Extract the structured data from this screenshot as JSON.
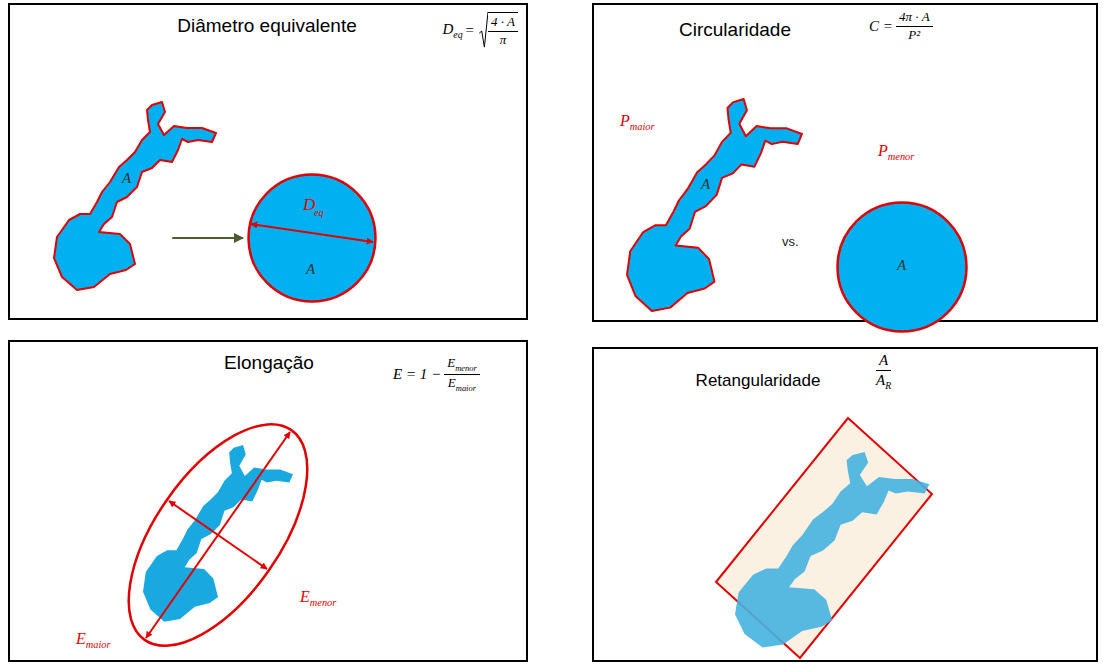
{
  "diagram": {
    "nodes": [
      {
        "text": [
          "Diâmetro equivalente"
        ]
      },
      {
        "text": [
          "A"
        ],
        "in": 0
      },
      {
        "text": [
          "D",
          "eq",
          "A"
        ],
        "in": 0
      },
      {
        "text": [
          "Circularidade"
        ]
      },
      {
        "text": [
          "A"
        ],
        "in": 3
      },
      {
        "text": [
          "A"
        ],
        "in": 3
      },
      {
        "text": [
          "Elongação"
        ]
      },
      {
        "text": [
          "Retangularidade"
        ]
      }
    ],
    "edges": [
      {
        "from": 1,
        "to": 2,
        "arrow": "to"
      }
    ],
    "labels": [
      "D",
      "eq",
      "=",
      "4 · A",
      "π",
      "P",
      "maior",
      "vs.",
      "P",
      "menor",
      "C =",
      "4π · A",
      "P²",
      "E = 1 −",
      "E",
      "menor",
      "E",
      "maior",
      "E",
      "maior",
      "E",
      "menor",
      "A",
      "A",
      "R"
    ]
  }
}
